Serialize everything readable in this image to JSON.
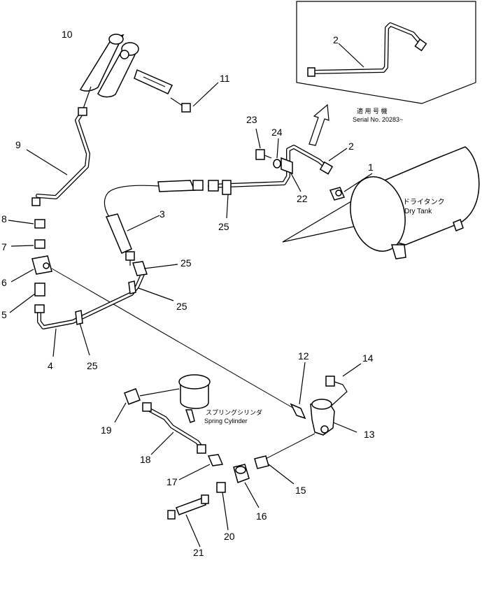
{
  "callouts": [
    {
      "id": "c10",
      "text": "10"
    },
    {
      "id": "c11",
      "text": "11"
    },
    {
      "id": "c9",
      "text": "9"
    },
    {
      "id": "c8",
      "text": "8"
    },
    {
      "id": "c7",
      "text": "7"
    },
    {
      "id": "c6",
      "text": "6"
    },
    {
      "id": "c5",
      "text": "5"
    },
    {
      "id": "c4",
      "text": "4"
    },
    {
      "id": "c25a",
      "text": "25"
    },
    {
      "id": "c25b",
      "text": "25"
    },
    {
      "id": "c25c",
      "text": "25"
    },
    {
      "id": "c25d",
      "text": "25"
    },
    {
      "id": "c3",
      "text": "3"
    },
    {
      "id": "c23",
      "text": "23"
    },
    {
      "id": "c24",
      "text": "24"
    },
    {
      "id": "c22",
      "text": "22"
    },
    {
      "id": "c2",
      "text": "2"
    },
    {
      "id": "c1",
      "text": "1"
    },
    {
      "id": "c2inset",
      "text": "2"
    },
    {
      "id": "c12",
      "text": "12"
    },
    {
      "id": "c14",
      "text": "14"
    },
    {
      "id": "c13",
      "text": "13"
    },
    {
      "id": "c19",
      "text": "19"
    },
    {
      "id": "c18",
      "text": "18"
    },
    {
      "id": "c17",
      "text": "17"
    },
    {
      "id": "c15",
      "text": "15"
    },
    {
      "id": "c16",
      "text": "16"
    },
    {
      "id": "c20",
      "text": "20"
    },
    {
      "id": "c21",
      "text": "21"
    }
  ],
  "inset": {
    "applicability_jp": "適 用 号 機",
    "serial": "Serial No. 20283~"
  },
  "labels": {
    "dry_tank_jp": "ドライタンク",
    "dry_tank_en": "Dry Tank",
    "spring_cylinder_jp": "スプリングシリンダ",
    "spring_cylinder_en": "Spring Cylinder"
  }
}
